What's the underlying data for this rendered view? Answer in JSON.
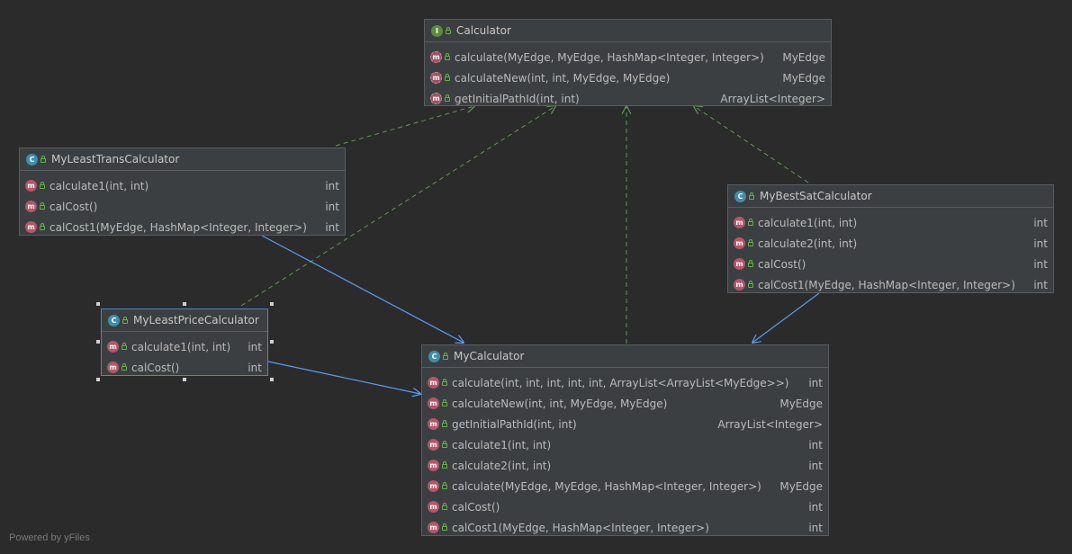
{
  "diagram": {
    "nodes": {
      "calculator": {
        "title": "Calculator",
        "kind": "interface",
        "members": [
          {
            "signature": "calculate(MyEdge, MyEdge, HashMap<Integer, Integer>)",
            "return": "MyEdge"
          },
          {
            "signature": "calculateNew(int, int, MyEdge, MyEdge)",
            "return": "MyEdge"
          },
          {
            "signature": "getInitialPathId(int, int)",
            "return": "ArrayList<Integer>"
          }
        ]
      },
      "least_trans": {
        "title": "MyLeastTransCalculator",
        "kind": "class",
        "members": [
          {
            "signature": "calculate1(int, int)",
            "return": "int"
          },
          {
            "signature": "calCost()",
            "return": "int"
          },
          {
            "signature": "calCost1(MyEdge, HashMap<Integer, Integer>)",
            "return": "int"
          }
        ]
      },
      "best_sat": {
        "title": "MyBestSatCalculator",
        "kind": "class",
        "members": [
          {
            "signature": "calculate1(int, int)",
            "return": "int"
          },
          {
            "signature": "calculate2(int, int)",
            "return": "int"
          },
          {
            "signature": "calCost()",
            "return": "int"
          },
          {
            "signature": "calCost1(MyEdge, HashMap<Integer, Integer>)",
            "return": "int"
          }
        ]
      },
      "least_price": {
        "title": "MyLeastPriceCalculator",
        "kind": "class",
        "members": [
          {
            "signature": "calculate1(int, int)",
            "return": "int"
          },
          {
            "signature": "calCost()",
            "return": "int"
          }
        ]
      },
      "my_calculator": {
        "title": "MyCalculator",
        "kind": "class",
        "members": [
          {
            "signature": "calculate(int, int, int, int, int, ArrayList<ArrayList<MyEdge>>)",
            "return": "int"
          },
          {
            "signature": "calculateNew(int, int, MyEdge, MyEdge)",
            "return": "MyEdge"
          },
          {
            "signature": "getInitialPathId(int, int)",
            "return": "ArrayList<Integer>"
          },
          {
            "signature": "calculate1(int, int)",
            "return": "int"
          },
          {
            "signature": "calculate2(int, int)",
            "return": "int"
          },
          {
            "signature": "calculate(MyEdge, MyEdge, HashMap<Integer, Integer>)",
            "return": "MyEdge"
          },
          {
            "signature": "calCost()",
            "return": "int"
          },
          {
            "signature": "calCost1(MyEdge, HashMap<Integer, Integer>)",
            "return": "int"
          }
        ]
      }
    },
    "icons": {
      "class_badge": "C",
      "interface_badge": "I",
      "method_badge": "m"
    },
    "colors": {
      "realization_edge": "#629755",
      "association_edge": "#589df6",
      "selection": "#4a88c7"
    },
    "footer": "Powered by yFiles"
  }
}
